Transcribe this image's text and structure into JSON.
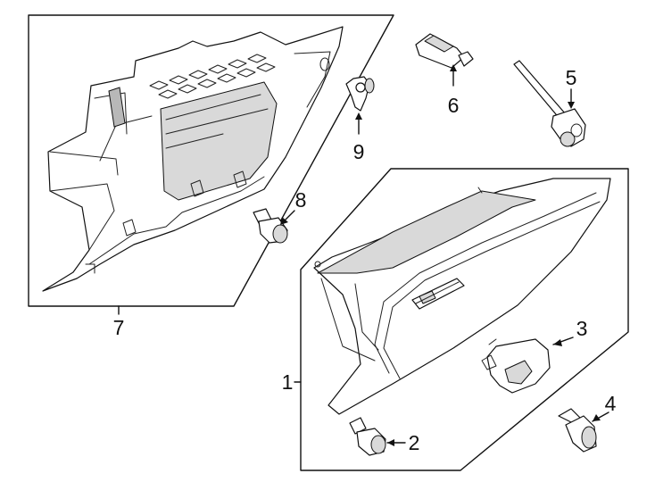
{
  "callouts": {
    "c1": "1",
    "c2": "2",
    "c3": "3",
    "c4": "4",
    "c5": "5",
    "c6": "6",
    "c7": "7",
    "c8": "8",
    "c9": "9"
  },
  "parts": [
    {
      "number": "1",
      "icon": "glove-box-assembly-icon"
    },
    {
      "number": "2",
      "icon": "bumper-stop-icon"
    },
    {
      "number": "3",
      "icon": "latch-handle-icon"
    },
    {
      "number": "4",
      "icon": "bumper-stop-icon"
    },
    {
      "number": "5",
      "icon": "damper-strap-icon"
    },
    {
      "number": "6",
      "icon": "lamp-switch-icon"
    },
    {
      "number": "7",
      "icon": "glove-box-frame-icon"
    },
    {
      "number": "8",
      "icon": "stopper-icon"
    },
    {
      "number": "9",
      "icon": "clip-icon"
    }
  ]
}
